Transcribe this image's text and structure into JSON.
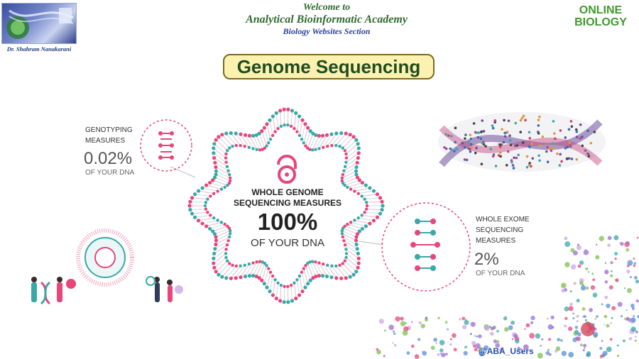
{
  "header": {
    "welcome_line1": "Welcome to",
    "welcome_line2": "Analytical Bioinformatic Academy",
    "welcome_line3": "Biology Websites Section",
    "author": "Dr. Shahram Nanakarani",
    "logo_right_line1": "ONLINE",
    "logo_right_line2": "BIOLOGY"
  },
  "title": "Genome Sequencing",
  "genotyping": {
    "label_line1": "GENOTYPING",
    "label_line2": "MEASURES",
    "value": "0.02%",
    "sub": "OF YOUR DNA"
  },
  "whole_genome": {
    "label_line1": "WHOLE GENOME",
    "label_line2": "SEQUENCING MEASURES",
    "value": "100%",
    "sub": "OF YOUR DNA"
  },
  "whole_exome": {
    "label_line1": "WHOLE EXOME",
    "label_line2": "SEQUENCING",
    "label_line3": "MEASURES",
    "value": "2%",
    "sub": "OF YOUR DNA"
  },
  "footer_handle": "@ABA_Users",
  "colors": {
    "teal": "#3aa7a8",
    "pink": "#e8457a",
    "title_bg": "#fdf1b0",
    "title_text": "#1f4d1f"
  },
  "icons": [
    "dna-logo",
    "dna-helix-icon",
    "lock-icon",
    "people-helix-image",
    "molecule-network-image"
  ]
}
